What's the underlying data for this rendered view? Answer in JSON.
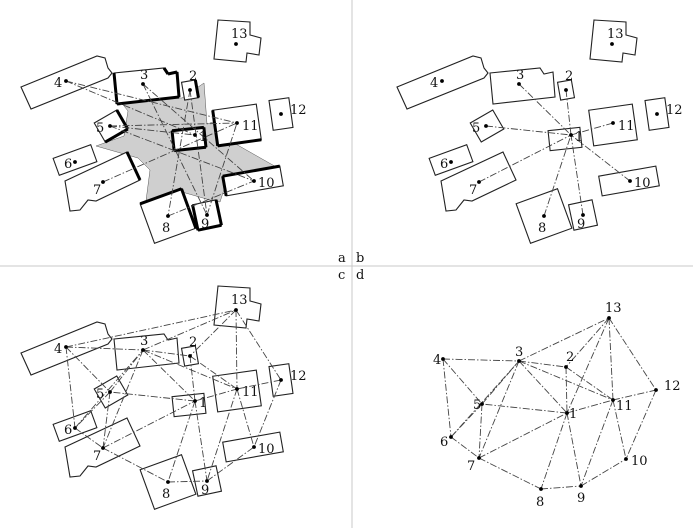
{
  "panel_labels": [
    "a",
    "b",
    "c",
    "d"
  ],
  "building_labels": [
    "1",
    "2",
    "3",
    "4",
    "5",
    "6",
    "7",
    "8",
    "9",
    "10",
    "11",
    "12",
    "13"
  ],
  "edge_sets": {
    "a": [
      [
        4,
        1
      ],
      [
        5,
        1
      ],
      [
        4,
        11
      ],
      [
        5,
        10
      ],
      [
        3,
        9
      ],
      [
        3,
        10
      ],
      [
        2,
        8
      ],
      [
        2,
        9
      ],
      [
        7,
        11
      ],
      [
        5,
        11
      ],
      [
        9,
        11
      ],
      [
        8,
        10
      ]
    ],
    "b": [
      [
        3,
        1
      ],
      [
        2,
        1
      ],
      [
        5,
        1
      ],
      [
        7,
        1
      ],
      [
        8,
        1
      ],
      [
        9,
        1
      ],
      [
        10,
        1
      ],
      [
        11,
        1
      ]
    ],
    "c": [
      [
        4,
        3
      ],
      [
        3,
        13
      ],
      [
        13,
        2
      ],
      [
        13,
        11
      ],
      [
        13,
        12
      ],
      [
        4,
        5
      ],
      [
        4,
        6
      ],
      [
        4,
        13
      ],
      [
        5,
        6
      ],
      [
        5,
        7
      ],
      [
        5,
        3
      ],
      [
        6,
        7
      ],
      [
        3,
        2
      ],
      [
        3,
        1
      ],
      [
        3,
        7
      ],
      [
        3,
        11
      ],
      [
        2,
        1
      ],
      [
        2,
        11
      ],
      [
        1,
        5
      ],
      [
        1,
        8
      ],
      [
        1,
        9
      ],
      [
        1,
        11
      ],
      [
        11,
        12
      ],
      [
        11,
        10
      ],
      [
        11,
        9
      ],
      [
        12,
        10
      ],
      [
        7,
        8
      ],
      [
        8,
        9
      ],
      [
        9,
        10
      ],
      [
        7,
        1
      ],
      [
        6,
        3
      ]
    ],
    "d": [
      [
        4,
        3
      ],
      [
        3,
        13
      ],
      [
        13,
        2
      ],
      [
        13,
        11
      ],
      [
        13,
        12
      ],
      [
        4,
        5
      ],
      [
        4,
        6
      ],
      [
        5,
        6
      ],
      [
        5,
        7
      ],
      [
        5,
        3
      ],
      [
        6,
        7
      ],
      [
        3,
        2
      ],
      [
        3,
        1
      ],
      [
        3,
        7
      ],
      [
        3,
        11
      ],
      [
        2,
        1
      ],
      [
        2,
        11
      ],
      [
        1,
        5
      ],
      [
        1,
        8
      ],
      [
        1,
        9
      ],
      [
        1,
        11
      ],
      [
        11,
        12
      ],
      [
        11,
        10
      ],
      [
        11,
        9
      ],
      [
        12,
        10
      ],
      [
        7,
        8
      ],
      [
        8,
        9
      ],
      [
        9,
        10
      ],
      [
        7,
        1
      ],
      [
        6,
        3
      ],
      [
        13,
        1
      ]
    ]
  }
}
